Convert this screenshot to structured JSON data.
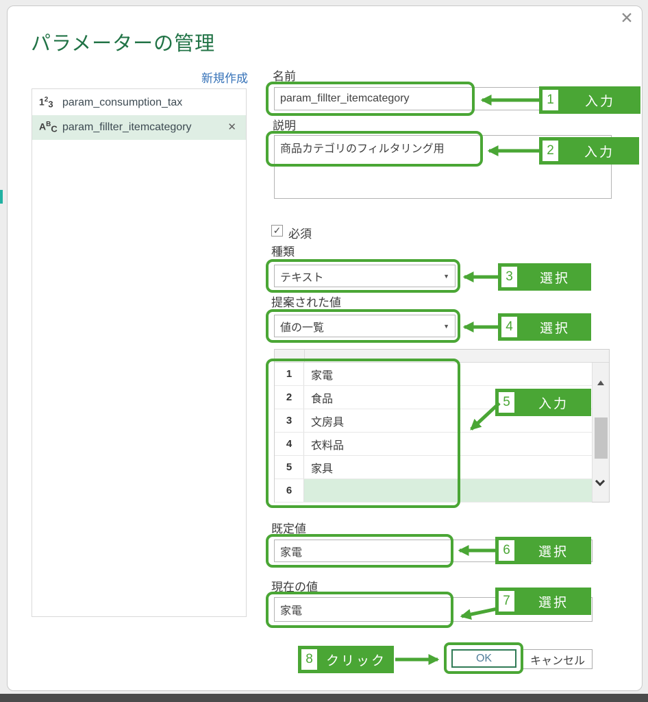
{
  "window": {
    "close_icon": "✕"
  },
  "icons": {
    "delete": "✕",
    "caret": "▼",
    "check": "✓"
  },
  "colors": {
    "annotation_green": "#4aa635",
    "title_green": "#217346",
    "link_blue": "#3672b8",
    "selected_row_bg": "#dfeee4",
    "new_row_bg": "#d9eedd"
  },
  "dialog": {
    "title": "パラメーターの管理",
    "new_link": "新規作成",
    "parameter_list": [
      {
        "type": "number",
        "icon_parts": [
          "1",
          "2",
          "3"
        ],
        "name": "param_consumption_tax",
        "selected": false
      },
      {
        "type": "text",
        "icon_parts": [
          "A",
          "B",
          "C"
        ],
        "name": "param_fillter_itemcategory",
        "selected": true
      }
    ],
    "form": {
      "name_label": "名前",
      "name_value": "param_fillter_itemcategory",
      "description_label": "説明",
      "description_value": "商品カテゴリのフィルタリング用",
      "required_label": "必須",
      "required_checked": true,
      "type_label": "種類",
      "type_value": "テキスト",
      "suggested_label": "提案された値",
      "suggested_value": "値の一覧",
      "grid_rows": [
        {
          "num": "1",
          "value": "家電"
        },
        {
          "num": "2",
          "value": "食品"
        },
        {
          "num": "3",
          "value": "文房具"
        },
        {
          "num": "4",
          "value": "衣料品"
        },
        {
          "num": "5",
          "value": "家具"
        },
        {
          "num": "6",
          "value": ""
        }
      ],
      "default_label": "既定値",
      "default_value": "家電",
      "current_label": "現在の値",
      "current_value": "家電"
    },
    "buttons": {
      "ok": "OK",
      "cancel": "キャンセル"
    }
  },
  "annotations": [
    {
      "num": "1",
      "label": "入力"
    },
    {
      "num": "2",
      "label": "入力"
    },
    {
      "num": "3",
      "label": "選択"
    },
    {
      "num": "4",
      "label": "選択"
    },
    {
      "num": "5",
      "label": "入力"
    },
    {
      "num": "6",
      "label": "選択"
    },
    {
      "num": "7",
      "label": "選択"
    },
    {
      "num": "8",
      "label": "クリック"
    }
  ]
}
